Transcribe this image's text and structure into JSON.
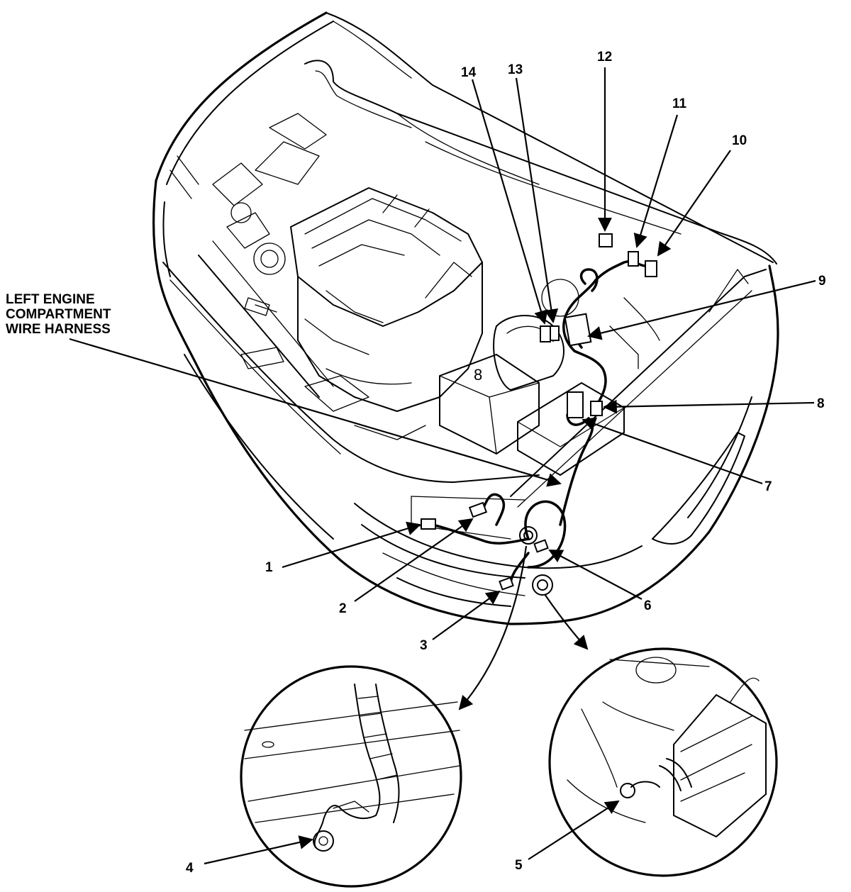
{
  "figure": {
    "harness_label_lines": [
      "LEFT ENGINE",
      "COMPARTMENT",
      "WIRE HARNESS"
    ],
    "callouts": [
      {
        "id": "1",
        "label": "1"
      },
      {
        "id": "2",
        "label": "2"
      },
      {
        "id": "3",
        "label": "3"
      },
      {
        "id": "4",
        "label": "4"
      },
      {
        "id": "5",
        "label": "5"
      },
      {
        "id": "6",
        "label": "6"
      },
      {
        "id": "7",
        "label": "7"
      },
      {
        "id": "8",
        "label": "8"
      },
      {
        "id": "9",
        "label": "9"
      },
      {
        "id": "10",
        "label": "10"
      },
      {
        "id": "11",
        "label": "11"
      },
      {
        "id": "12",
        "label": "12"
      },
      {
        "id": "13",
        "label": "13"
      },
      {
        "id": "14",
        "label": "14"
      }
    ],
    "inset_count": 2
  }
}
